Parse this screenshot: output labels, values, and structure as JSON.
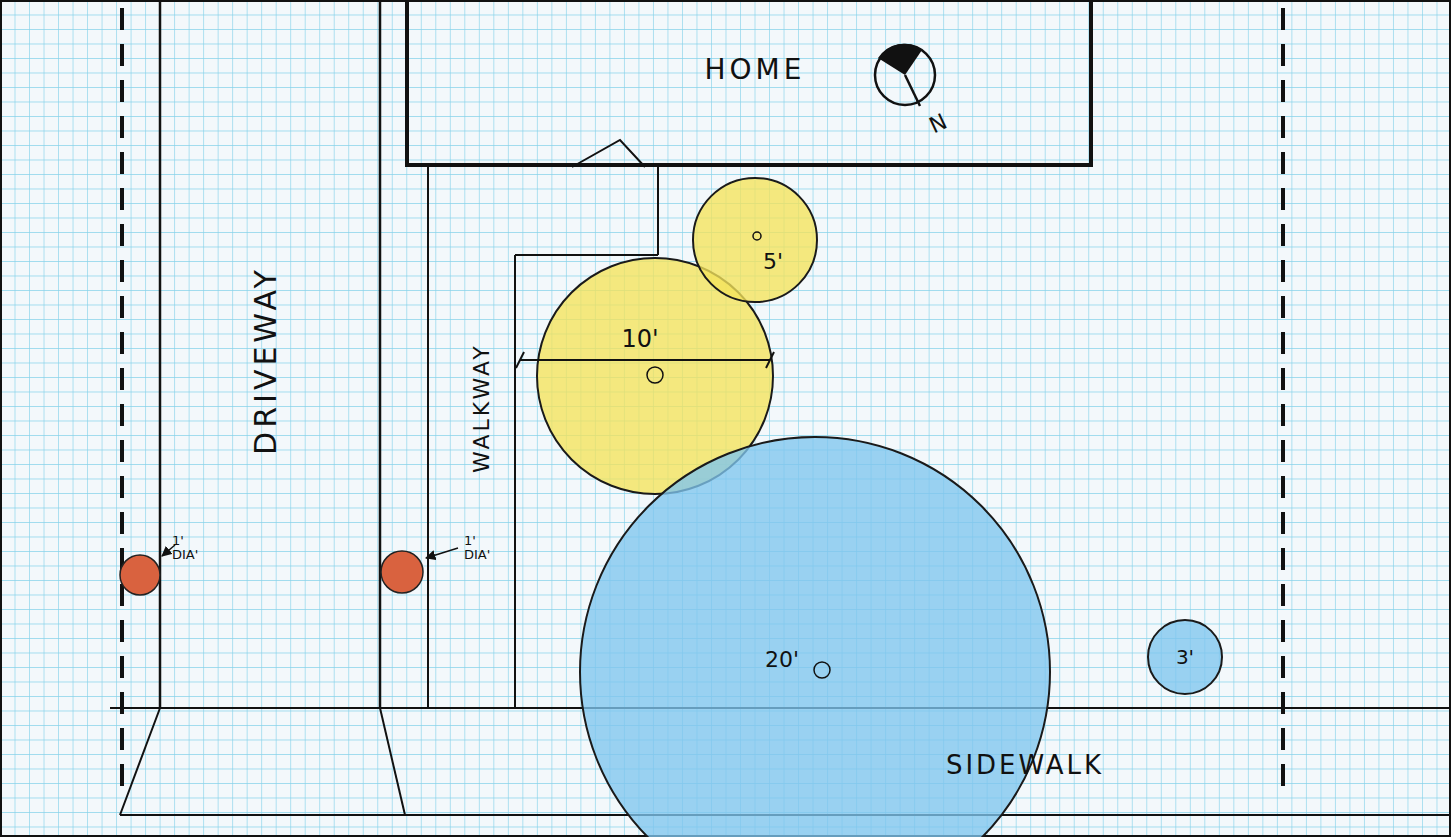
{
  "diagram": {
    "nodes": [
      {
        "text": [
          "HOME"
        ]
      },
      {
        "text": [
          "10'"
        ]
      },
      {
        "text": [
          "5'"
        ]
      },
      {
        "text": [
          "20'"
        ]
      },
      {
        "text": [
          "3'"
        ]
      }
    ],
    "labels": [
      "DRIVEWAY",
      "WALKWAY",
      "SIDEWALK",
      "N",
      "1' DIA'",
      "1' DIA'"
    ]
  }
}
